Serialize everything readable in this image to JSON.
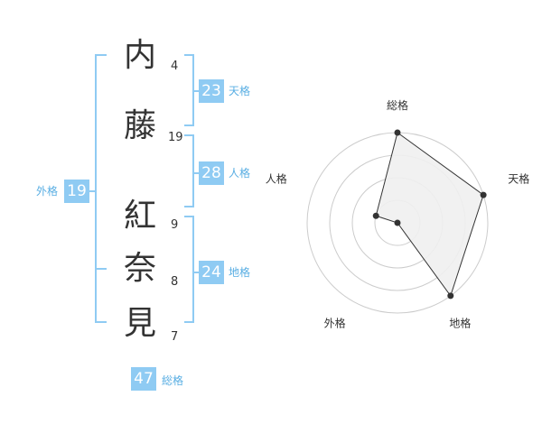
{
  "name": {
    "chars": [
      {
        "char": "内",
        "strokes": "4"
      },
      {
        "char": "藤",
        "strokes": "19"
      },
      {
        "char": "紅",
        "strokes": "9"
      },
      {
        "char": "奈",
        "strokes": "8"
      },
      {
        "char": "見",
        "strokes": "7"
      }
    ]
  },
  "kaku": {
    "tenkaku": {
      "value": "23",
      "label": "天格"
    },
    "jinkaku": {
      "value": "28",
      "label": "人格"
    },
    "chikaku": {
      "value": "24",
      "label": "地格"
    },
    "gaikaku": {
      "value": "19",
      "label": "外格"
    },
    "soukaku": {
      "value": "47",
      "label": "総格"
    }
  },
  "chart_data": {
    "type": "radar",
    "axes": [
      "総格",
      "天格",
      "地格",
      "外格",
      "人格"
    ],
    "values": [
      4,
      4,
      4,
      0,
      1
    ],
    "rmax": 4,
    "rings": 4,
    "colors": {
      "fill": "#f0f0f0",
      "stroke": "#333333",
      "grid": "#cccccc",
      "bracket": "#8fcbf3"
    }
  }
}
